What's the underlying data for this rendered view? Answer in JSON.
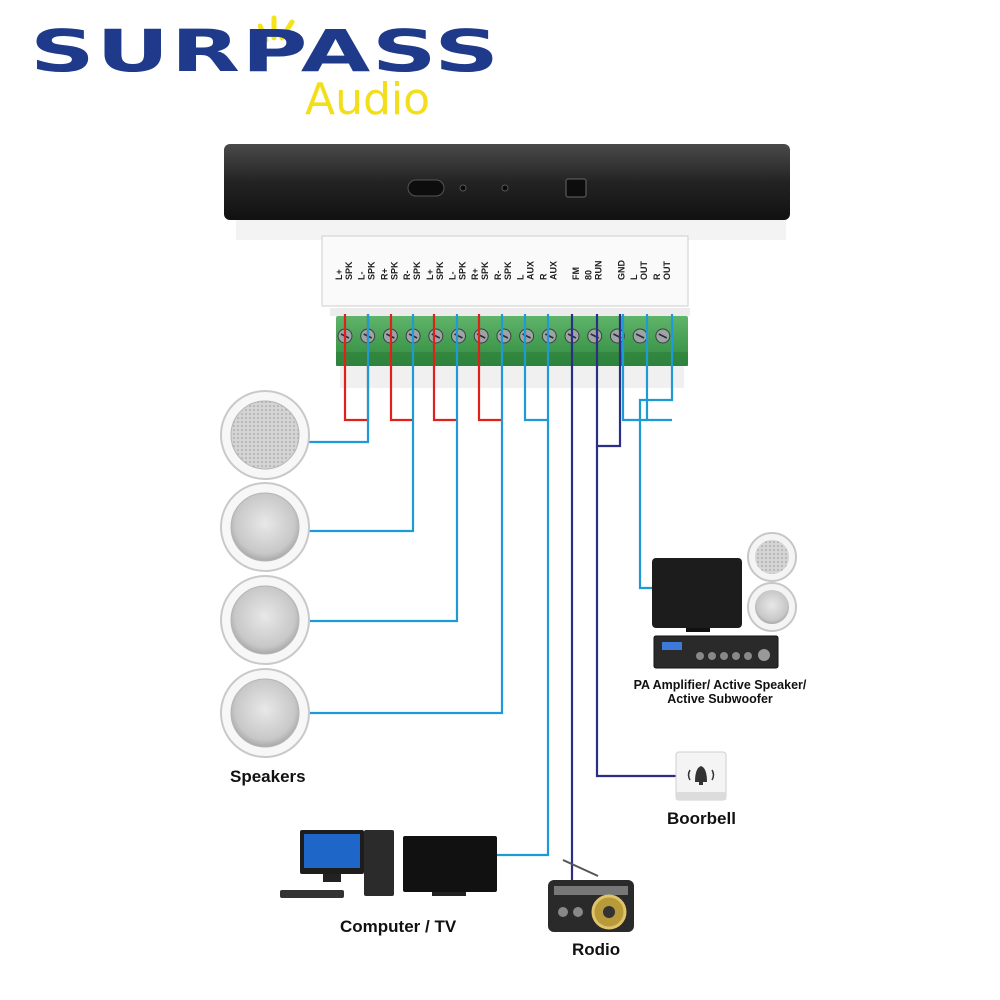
{
  "brand": {
    "name": "SURPASS",
    "sub": "Audio",
    "primary_color": "#1f3a8a",
    "accent_color": "#f5e21b"
  },
  "terminals": [
    {
      "line1": "SPK",
      "line2": "L+"
    },
    {
      "line1": "SPK",
      "line2": "L-"
    },
    {
      "line1": "SPK",
      "line2": "R+"
    },
    {
      "line1": "SPK",
      "line2": "R-"
    },
    {
      "line1": "SPK",
      "line2": "L+"
    },
    {
      "line1": "SPK",
      "line2": "L-"
    },
    {
      "line1": "SPK",
      "line2": "R+"
    },
    {
      "line1": "SPK",
      "line2": "R-"
    },
    {
      "line1": "AUX",
      "line2": "L"
    },
    {
      "line1": "AUX",
      "line2": "R"
    },
    {
      "line1": "FM",
      "line2": ""
    },
    {
      "line1": "RUN",
      "line2": "80"
    },
    {
      "line1": "GND",
      "line2": ""
    },
    {
      "line1": "OUT",
      "line2": "L"
    },
    {
      "line1": "OUT",
      "line2": "R"
    }
  ],
  "labels": {
    "speakers": "Speakers",
    "amplifier_line1": "PA Amplifier/ Active Speaker/",
    "amplifier_line2": "Active Subwoofer",
    "doorbell": "Boorbell",
    "computer": "Computer / TV",
    "radio": "Rodio"
  },
  "wire_colors": {
    "positive": "#e0201b",
    "signal": "#1e9ad6",
    "control": "#2b2e86"
  }
}
